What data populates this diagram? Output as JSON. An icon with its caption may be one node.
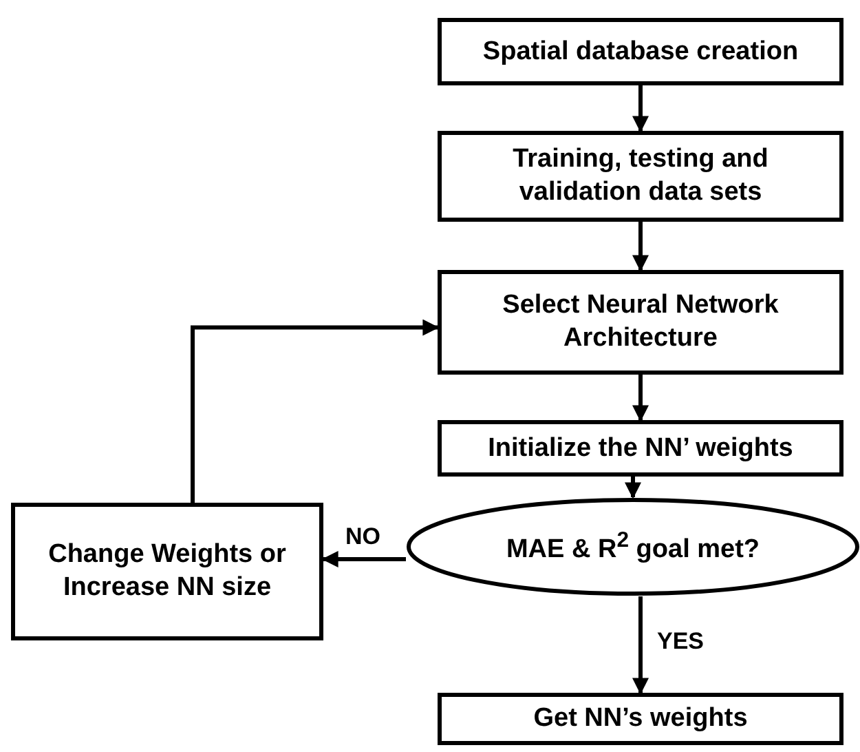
{
  "diagram": {
    "nodes": [
      {
        "text": [
          "Spatial database creation"
        ]
      },
      {
        "text": [
          "Training, testing and validation data sets"
        ]
      },
      {
        "text": [
          "Select Neural Network Architecture"
        ]
      },
      {
        "text": [
          "Initialize the NN’ weights"
        ]
      },
      {
        "text": [
          "MAE & R$^{2}$ goal met?"
        ]
      },
      {
        "text": [
          "Change Weights or Increase NN size"
        ]
      },
      {
        "text": [
          "Get NN’s weights"
        ]
      }
    ],
    "edges": [
      {
        "from": 0,
        "to": 1,
        "arrow": "to"
      },
      {
        "from": 1,
        "to": 2,
        "arrow": "to"
      },
      {
        "from": 2,
        "to": 3,
        "arrow": "to"
      },
      {
        "from": 3,
        "to": 4,
        "arrow": "to"
      },
      {
        "from": 4,
        "to": 5,
        "arrow": "to",
        "label": "NO"
      },
      {
        "from": 5,
        "to": 2,
        "arrow": "to"
      },
      {
        "from": 4,
        "to": 6,
        "arrow": "to",
        "label": "YES"
      }
    ]
  }
}
